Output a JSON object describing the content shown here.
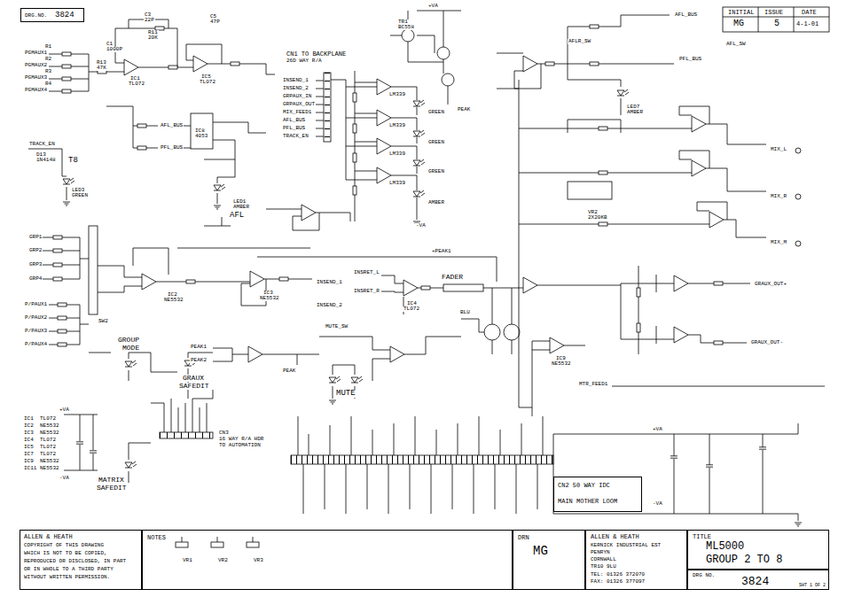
{
  "diagram": {
    "nodes": [
      {
        "text": [
          "DRG.NO.",
          "3824"
        ]
      },
      {
        "text": [
          "CN2 50 WAY IDC",
          "MAIN MOTHER LOOM"
        ]
      },
      {
        "text": [
          "ALLEN & HEATH",
          "COPYRIGHT OF THIS DRAWING",
          "WHICH IS NOT TO BE COPIED,",
          "REPRODUCED OR DISCLOSED, IN PART",
          "OR IN WHOLE TO A THIRD PARTY",
          "WITHOUT WRITTEN PERMISSION."
        ]
      },
      {
        "text": [
          "NOTES"
        ]
      },
      {
        "text": [
          "DRN",
          "MG"
        ]
      },
      {
        "text": [
          "ALLEN & HEATH",
          "KERNICK INDUSTRIAL EST",
          "PENRYN",
          "CORNWALL",
          "TR10 9LU",
          "TEL: 01326 372070",
          "FAX: 01326 377097"
        ]
      },
      {
        "text": [
          "TITLE",
          "ML5000",
          "GROUP 2 TO 8"
        ]
      },
      {
        "text": [
          "DRG NO.",
          "3824"
        ]
      }
    ],
    "labels": [
      "INITIAL",
      "ISSUE",
      "DATE",
      "MG",
      "5",
      "4-1-01",
      "PGMAUX1",
      "PGMAUX2",
      "PGMAUX3",
      "PGMAUX4",
      "R1",
      "R2",
      "R3",
      "R4",
      "C1",
      "1000P",
      "R13",
      "47K",
      "IC1",
      "TL072",
      "C3",
      "22P",
      "R11",
      "20K",
      "C5",
      "47P",
      "IC5",
      "TL072",
      "CN1 TO BACKPLANE",
      "26D WAY R/A",
      "INSEND_1",
      "INSEND_2",
      "GRPAUX_IN",
      "GRPAUX_OUT",
      "MIX_FEED1",
      "AFL_BUS",
      "PFL_BUS",
      "TRACK_EN",
      "TR1",
      "BC558",
      "+VA",
      "PEAK",
      "LM339",
      "LM339",
      "LM339",
      "LM339",
      "GREEN",
      "GREEN",
      "GREEN",
      "AMBER",
      "-VA",
      "AFL_BUS",
      "PFL_BUS",
      "IC8",
      "4053",
      "TRACK_EN",
      "D13",
      "1N4148",
      "T8",
      "LED3",
      "GREEN",
      "LED1",
      "AMBER",
      "AFL",
      "GRP1",
      "GRP2",
      "GRP3",
      "GRP4",
      "P/PAUX1",
      "P/PAUX2",
      "P/PAUX3",
      "P/PAUX4",
      "SW2",
      "IC2",
      "NE5532",
      "IC3",
      "NE5532",
      "INSEND_1",
      "INSEND_2",
      "INSRET_L",
      "INSRET_R",
      "FADER",
      "+PEAK1",
      "BLU",
      "IC4",
      "TL072",
      "GROUP",
      "MODE",
      "PEAK1",
      "PEAK2",
      "PEAK",
      "MUTE_SW",
      "MUTE",
      "GRAUX",
      "SAFEDIT",
      "CN3",
      "16 WAY R/A HDR",
      "TO AUTOMATION",
      "MATRIX",
      "SAFEDIT",
      "IC1",
      "TL072",
      "IC2",
      "NE5532",
      "IC3",
      "NE5532",
      "IC4",
      "TL072",
      "IC5",
      "TL072",
      "IC7",
      "TL072",
      "IC9",
      "NE5532",
      "IC11",
      "NE5532",
      "+VA",
      "-VA",
      "+VA",
      "-VA",
      "AFL_BUS",
      "PFL_BUS",
      "AFLR_SW",
      "AFL_SW",
      "LED7",
      "AMBER",
      "VR2",
      "2X20KB",
      "MIX_L",
      "MIX_R",
      "MIX_M",
      "GRAUX_OUT+",
      "GRAUX_OUT-",
      "MTR_FEED1",
      "IC9",
      "NE5532",
      "VR1",
      "VR2",
      "VR3",
      "SHT 1 OF 2"
    ]
  }
}
